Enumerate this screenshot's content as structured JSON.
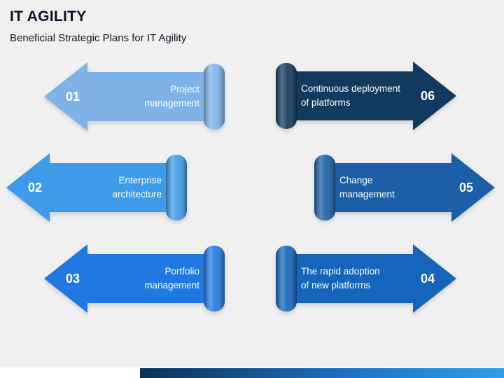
{
  "slide": {
    "title": "IT AGILITY",
    "subtitle": "Beneficial Strategic Plans for IT Agility"
  },
  "arrows": [
    {
      "number": "01",
      "label": "Project\nmanagement",
      "color": "#7FB3E8",
      "direction": "left"
    },
    {
      "number": "02",
      "label": "Enterprise\narchitecture",
      "color": "#3D9BE9",
      "direction": "left"
    },
    {
      "number": "03",
      "label": "Portfolio\nmanagement",
      "color": "#2079E2",
      "direction": "left"
    },
    {
      "number": "04",
      "label": "The rapid adoption\nof new platforms",
      "color": "#1465BB",
      "direction": "right"
    },
    {
      "number": "05",
      "label": "Change\nmanagement",
      "color": "#1C5FA8",
      "direction": "right"
    },
    {
      "number": "06",
      "label": "Continuous deployment\nof platforms",
      "color": "#12395E",
      "direction": "right"
    }
  ],
  "footer": {
    "gradient": [
      "#0C3154",
      "#1B6FC0",
      "#2E9FE6"
    ]
  }
}
